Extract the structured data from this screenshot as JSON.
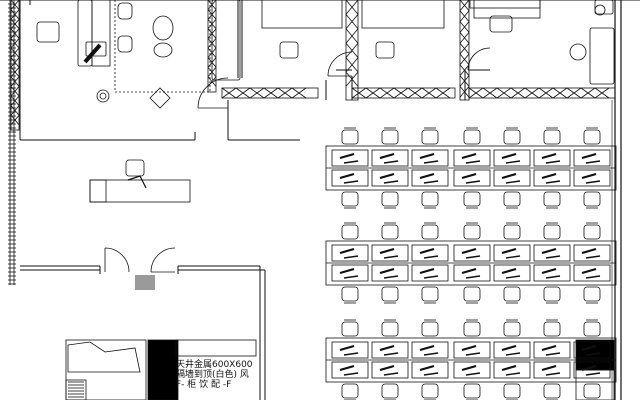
{
  "drawing": {
    "type": "office-floor-plan",
    "line_color": "#111111",
    "fill_dark": "#000000",
    "fill_grey": "#9a9a9a",
    "background": "#ffffff"
  },
  "annotation": {
    "line1": "天井金属600X600",
    "line2": "隔墙到顶(白色) 风",
    "line3": "F- 柜 饮 配 -F"
  },
  "workstations": {
    "rows": 3,
    "columns": 7,
    "seats_per_desk": 2
  }
}
